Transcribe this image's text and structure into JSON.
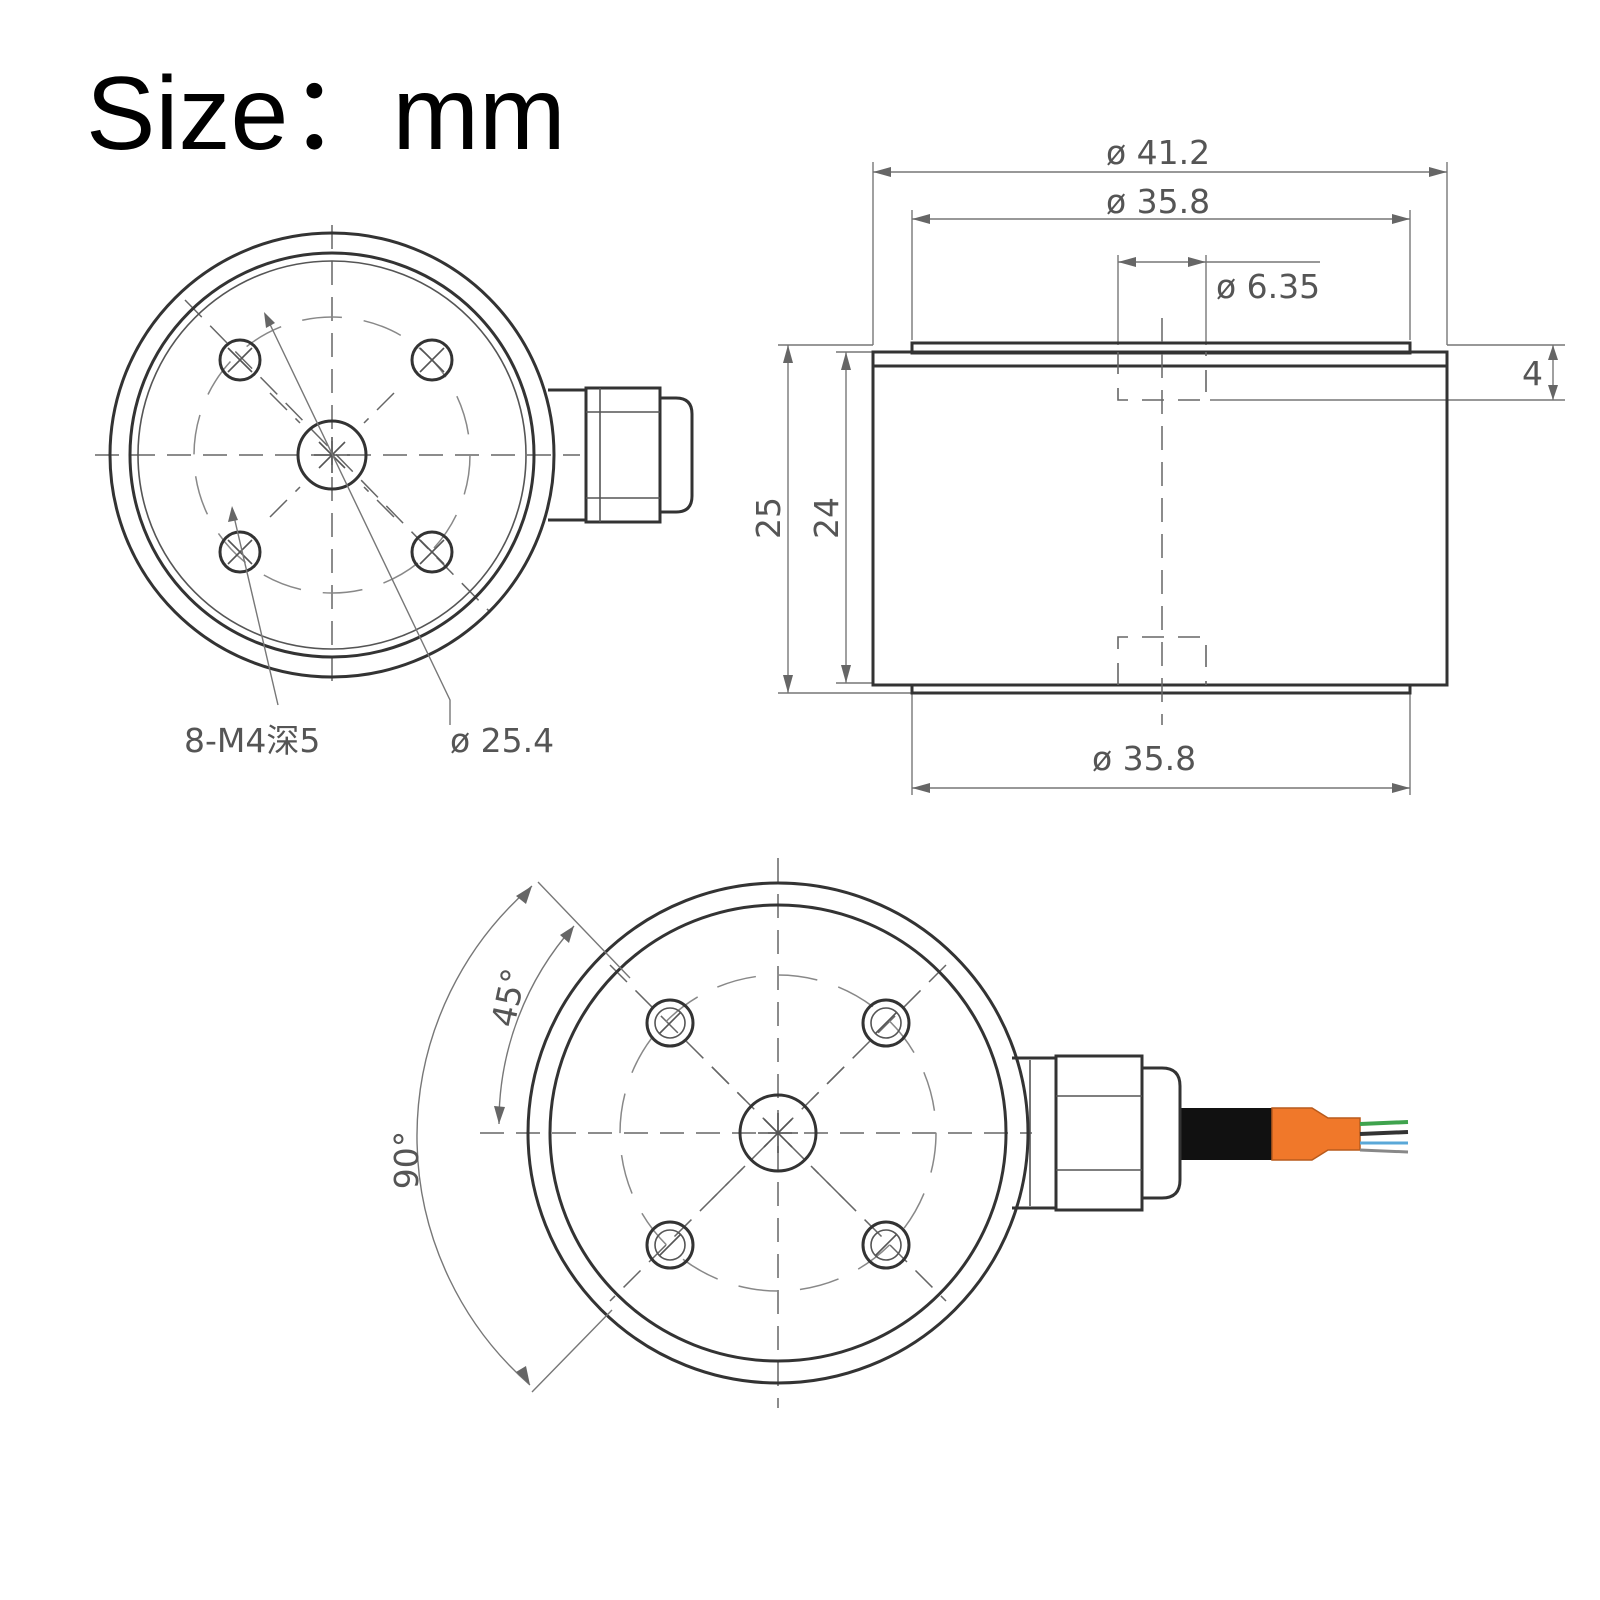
{
  "title": "Size：mm",
  "labels": {
    "outer_diameter": "ø 41.2",
    "top_diameter": "ø 35.8",
    "center_hole": "ø 6.35",
    "recess_depth": "4",
    "total_height": "25",
    "body_height": "24",
    "bottom_diameter": "ø 35.8",
    "thread_spec": "8-M4深5",
    "bolt_circle": "ø 25.4",
    "angle_45": "45°",
    "angle_90": "90°"
  },
  "colors": {
    "line": "#333333",
    "label": "#555555",
    "cable": "#111111",
    "sleeve": "#f0782a",
    "wire_green": "#3fa34d"
  }
}
